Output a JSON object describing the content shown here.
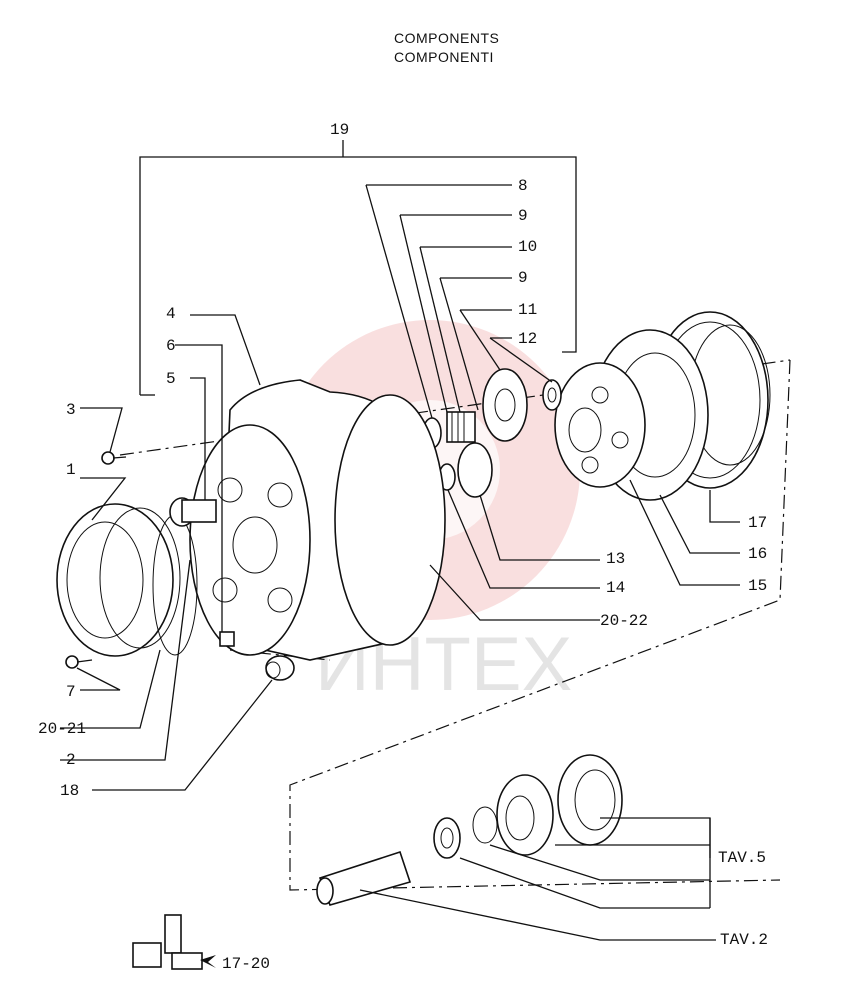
{
  "title_en": "COMPONENTS",
  "title_it": "COMPONENTI",
  "watermark": "ИНТЕХ",
  "labels": {
    "l1": "1",
    "l2": "2",
    "l3": "3",
    "l4": "4",
    "l5": "5",
    "l6": "6",
    "l7": "7",
    "l8": "8",
    "l9a": "9",
    "l10": "10",
    "l9b": "9",
    "l11": "11",
    "l12": "12",
    "l13": "13",
    "l14": "14",
    "l15": "15",
    "l16": "16",
    "l17": "17",
    "l18": "18",
    "l19": "19",
    "l20_21": "20-21",
    "l20_22": "20-22",
    "l17_20": "17-20",
    "tav5": "TAV.5",
    "tav2": "TAV.2"
  },
  "colors": {
    "ink": "#111111",
    "watermark": "#f2b8b8"
  }
}
